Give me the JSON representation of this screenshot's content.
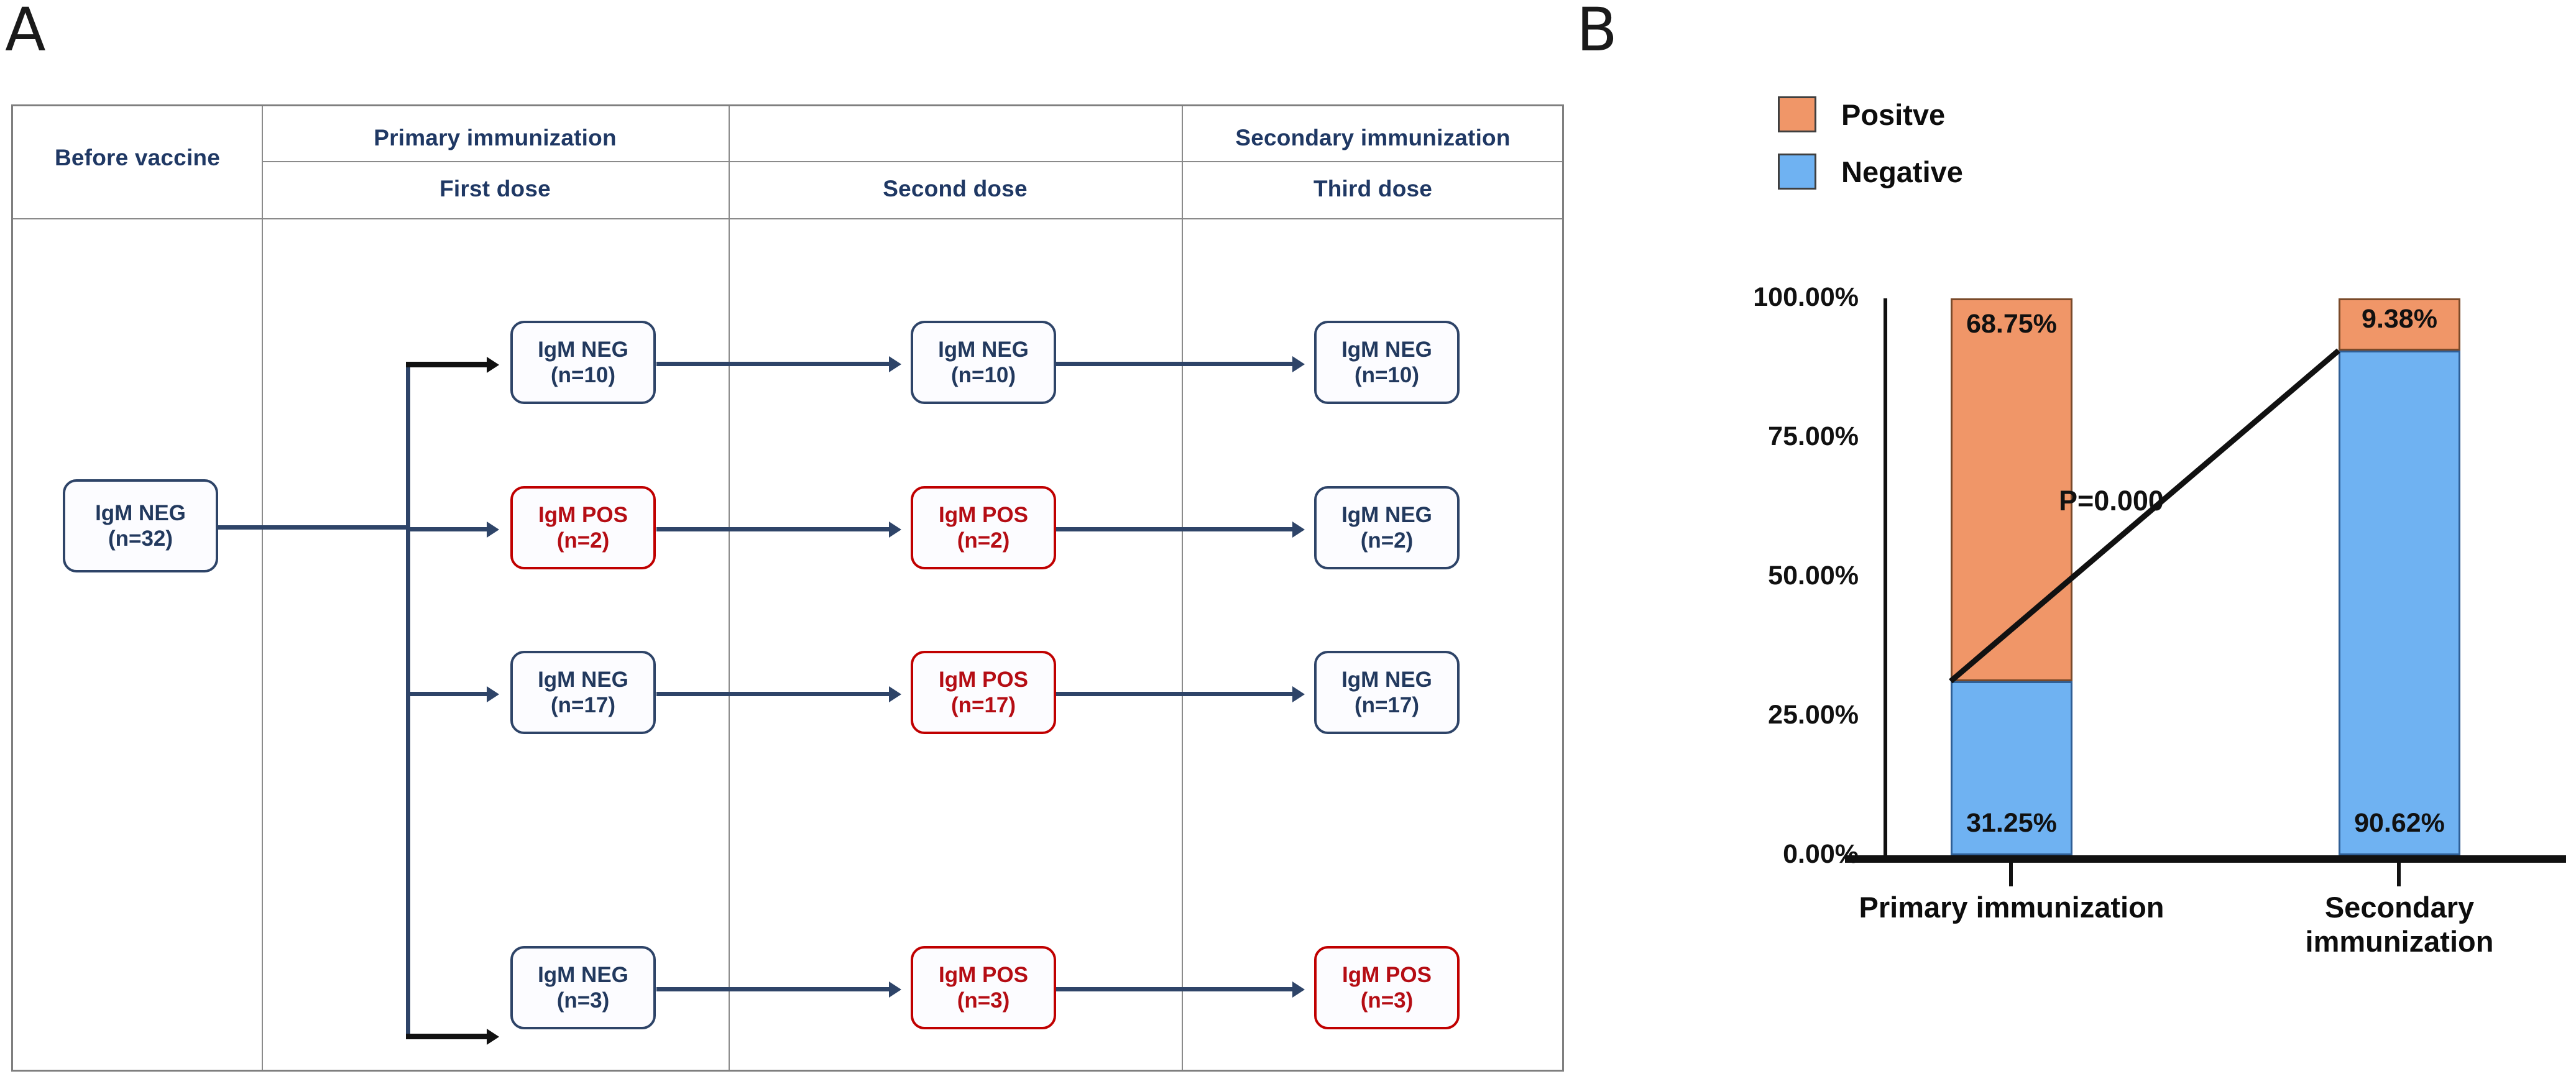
{
  "panels": {
    "a_label": "A",
    "b_label": "B"
  },
  "panel_a": {
    "headers": {
      "before_vaccine": "Before vaccine",
      "primary_immunization": "Primary immunization",
      "secondary_immunization": "Secondary immunization",
      "first_dose": "First dose",
      "second_dose": "Second dose",
      "third_dose": "Third dose"
    },
    "start_node": {
      "status": "IgM NEG",
      "count": "(n=32)",
      "type": "neg"
    },
    "rows": [
      {
        "first_dose": {
          "status": "IgM NEG",
          "count": "(n=10)",
          "type": "neg"
        },
        "second_dose": {
          "status": "IgM NEG",
          "count": "(n=10)",
          "type": "neg"
        },
        "third_dose": {
          "status": "IgM NEG",
          "count": "(n=10)",
          "type": "neg"
        }
      },
      {
        "first_dose": {
          "status": "IgM POS",
          "count": "(n=2)",
          "type": "pos"
        },
        "second_dose": {
          "status": "IgM POS",
          "count": "(n=2)",
          "type": "pos"
        },
        "third_dose": {
          "status": "IgM NEG",
          "count": "(n=2)",
          "type": "neg"
        }
      },
      {
        "first_dose": {
          "status": "IgM NEG",
          "count": "(n=17)",
          "type": "neg"
        },
        "second_dose": {
          "status": "IgM POS",
          "count": "(n=17)",
          "type": "pos"
        },
        "third_dose": {
          "status": "IgM NEG",
          "count": "(n=17)",
          "type": "neg"
        }
      },
      {
        "first_dose": {
          "status": "IgM NEG",
          "count": "(n=3)",
          "type": "neg"
        },
        "second_dose": {
          "status": "IgM POS",
          "count": "(n=3)",
          "type": "pos"
        },
        "third_dose": {
          "status": "IgM POS",
          "count": "(n=3)",
          "type": "pos"
        }
      }
    ],
    "colors": {
      "neg_border": "#2e4468",
      "pos_border": "#c00000",
      "header_text": "#1f3864"
    }
  },
  "panel_b": {
    "legend": [
      {
        "label": "Positve",
        "color": "#f09668"
      },
      {
        "label": "Negative",
        "color": "#6fb2f2"
      }
    ],
    "annotation": "P=0.000"
  },
  "chart_data": {
    "type": "bar",
    "stacked": true,
    "title": "",
    "xlabel": "",
    "ylabel": "",
    "categories": [
      "Primary immunization",
      "Secondary immunization"
    ],
    "series": [
      {
        "name": "Positve",
        "color": "#f09668",
        "values": [
          68.75,
          9.38
        ],
        "labels": [
          "68.75%",
          "9.38%"
        ]
      },
      {
        "name": "Negative",
        "color": "#6fb2f2",
        "values": [
          31.25,
          90.62
        ],
        "labels": [
          "31.25%",
          "90.62%"
        ]
      }
    ],
    "ylim": [
      0,
      100
    ],
    "yticks": [
      0,
      25,
      50,
      75,
      100
    ],
    "ytick_labels": [
      "0.00%",
      "25.00%",
      "50.00%",
      "75.00%",
      "100.00%"
    ],
    "grid": false,
    "legend_position": "top-left",
    "annotations": [
      {
        "text": "P=0.000",
        "note": "connector line drawn from top of Primary Negative segment to top of Secondary Negative segment"
      }
    ]
  }
}
